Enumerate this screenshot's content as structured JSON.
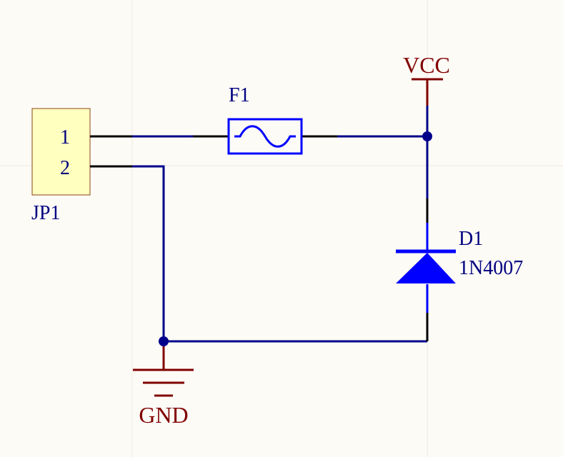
{
  "components": {
    "connector": {
      "ref": "JP1",
      "pins": [
        "1",
        "2"
      ]
    },
    "fuse": {
      "ref": "F1"
    },
    "diode": {
      "ref": "D1",
      "value": "1N4007"
    }
  },
  "power": {
    "vcc_label": "VCC",
    "gnd_label": "GND"
  },
  "colors": {
    "background": "#fdfbf6",
    "grid": "#ede9de",
    "wire": "#00008b",
    "pin": "#000000",
    "component_body": "#0000ff",
    "connector_fill": "#ffffc0",
    "connector_border": "#8b4513",
    "label": "#000080",
    "power_symbol": "#800000",
    "junction": "#00008b"
  }
}
